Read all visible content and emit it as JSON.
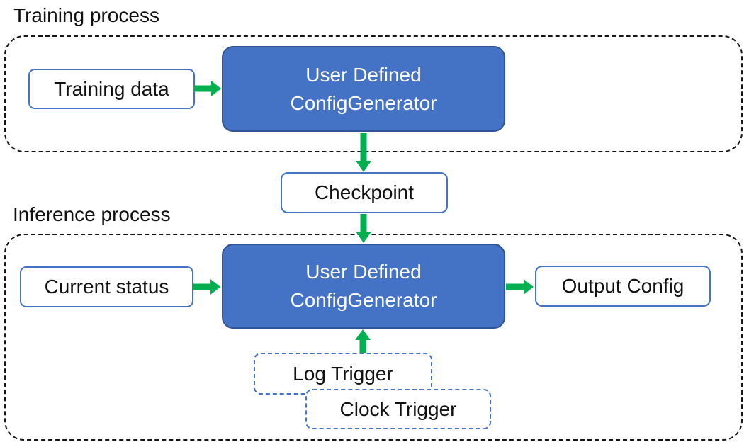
{
  "diagram": {
    "training": {
      "label": "Training process",
      "training_data": "Training data",
      "generator_line1": "User Defined",
      "generator_line2": "ConfigGenerator"
    },
    "checkpoint": "Checkpoint",
    "inference": {
      "label": "Inference process",
      "current_status": "Current status",
      "generator_line1": "User Defined",
      "generator_line2": "ConfigGenerator",
      "output_config": "Output Config",
      "log_trigger": "Log Trigger",
      "clock_trigger": "Clock Trigger"
    },
    "colors": {
      "generator_fill": "#4472C4",
      "generator_border": "#2F5597",
      "io_box_border": "#4472C4",
      "trigger_border": "#4472C4",
      "arrow_green": "#00B050",
      "container_border": "#151515"
    }
  }
}
